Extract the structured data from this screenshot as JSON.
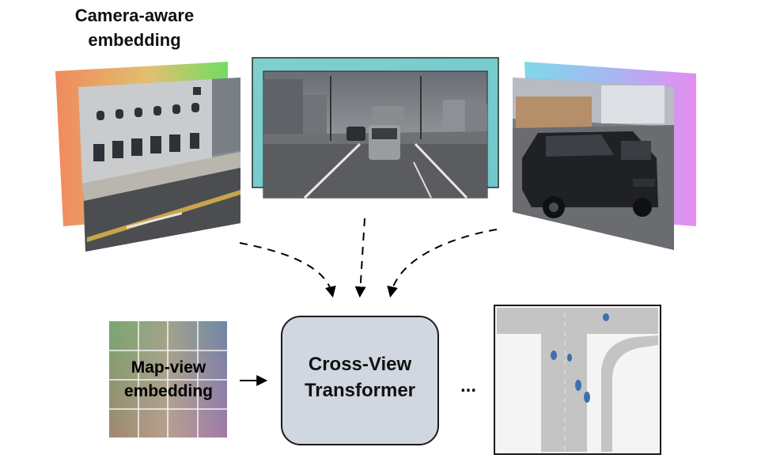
{
  "camera_embedding": {
    "title_line1": "Camera-aware",
    "title_line2": "embedding"
  },
  "map_view": {
    "label_line1": "Map-view",
    "label_line2": "embedding"
  },
  "transformer": {
    "label_line1": "Cross-View",
    "label_line2": "Transformer"
  },
  "ellipsis": "...",
  "colors": {
    "left_frame": "#f08a5d",
    "center_frame": "#78cdd0",
    "right_frame": "#e08ef0",
    "transformer_fill": "#d1d7e1",
    "road": "#c4c4c4",
    "vehicle": "#3f6fae"
  }
}
